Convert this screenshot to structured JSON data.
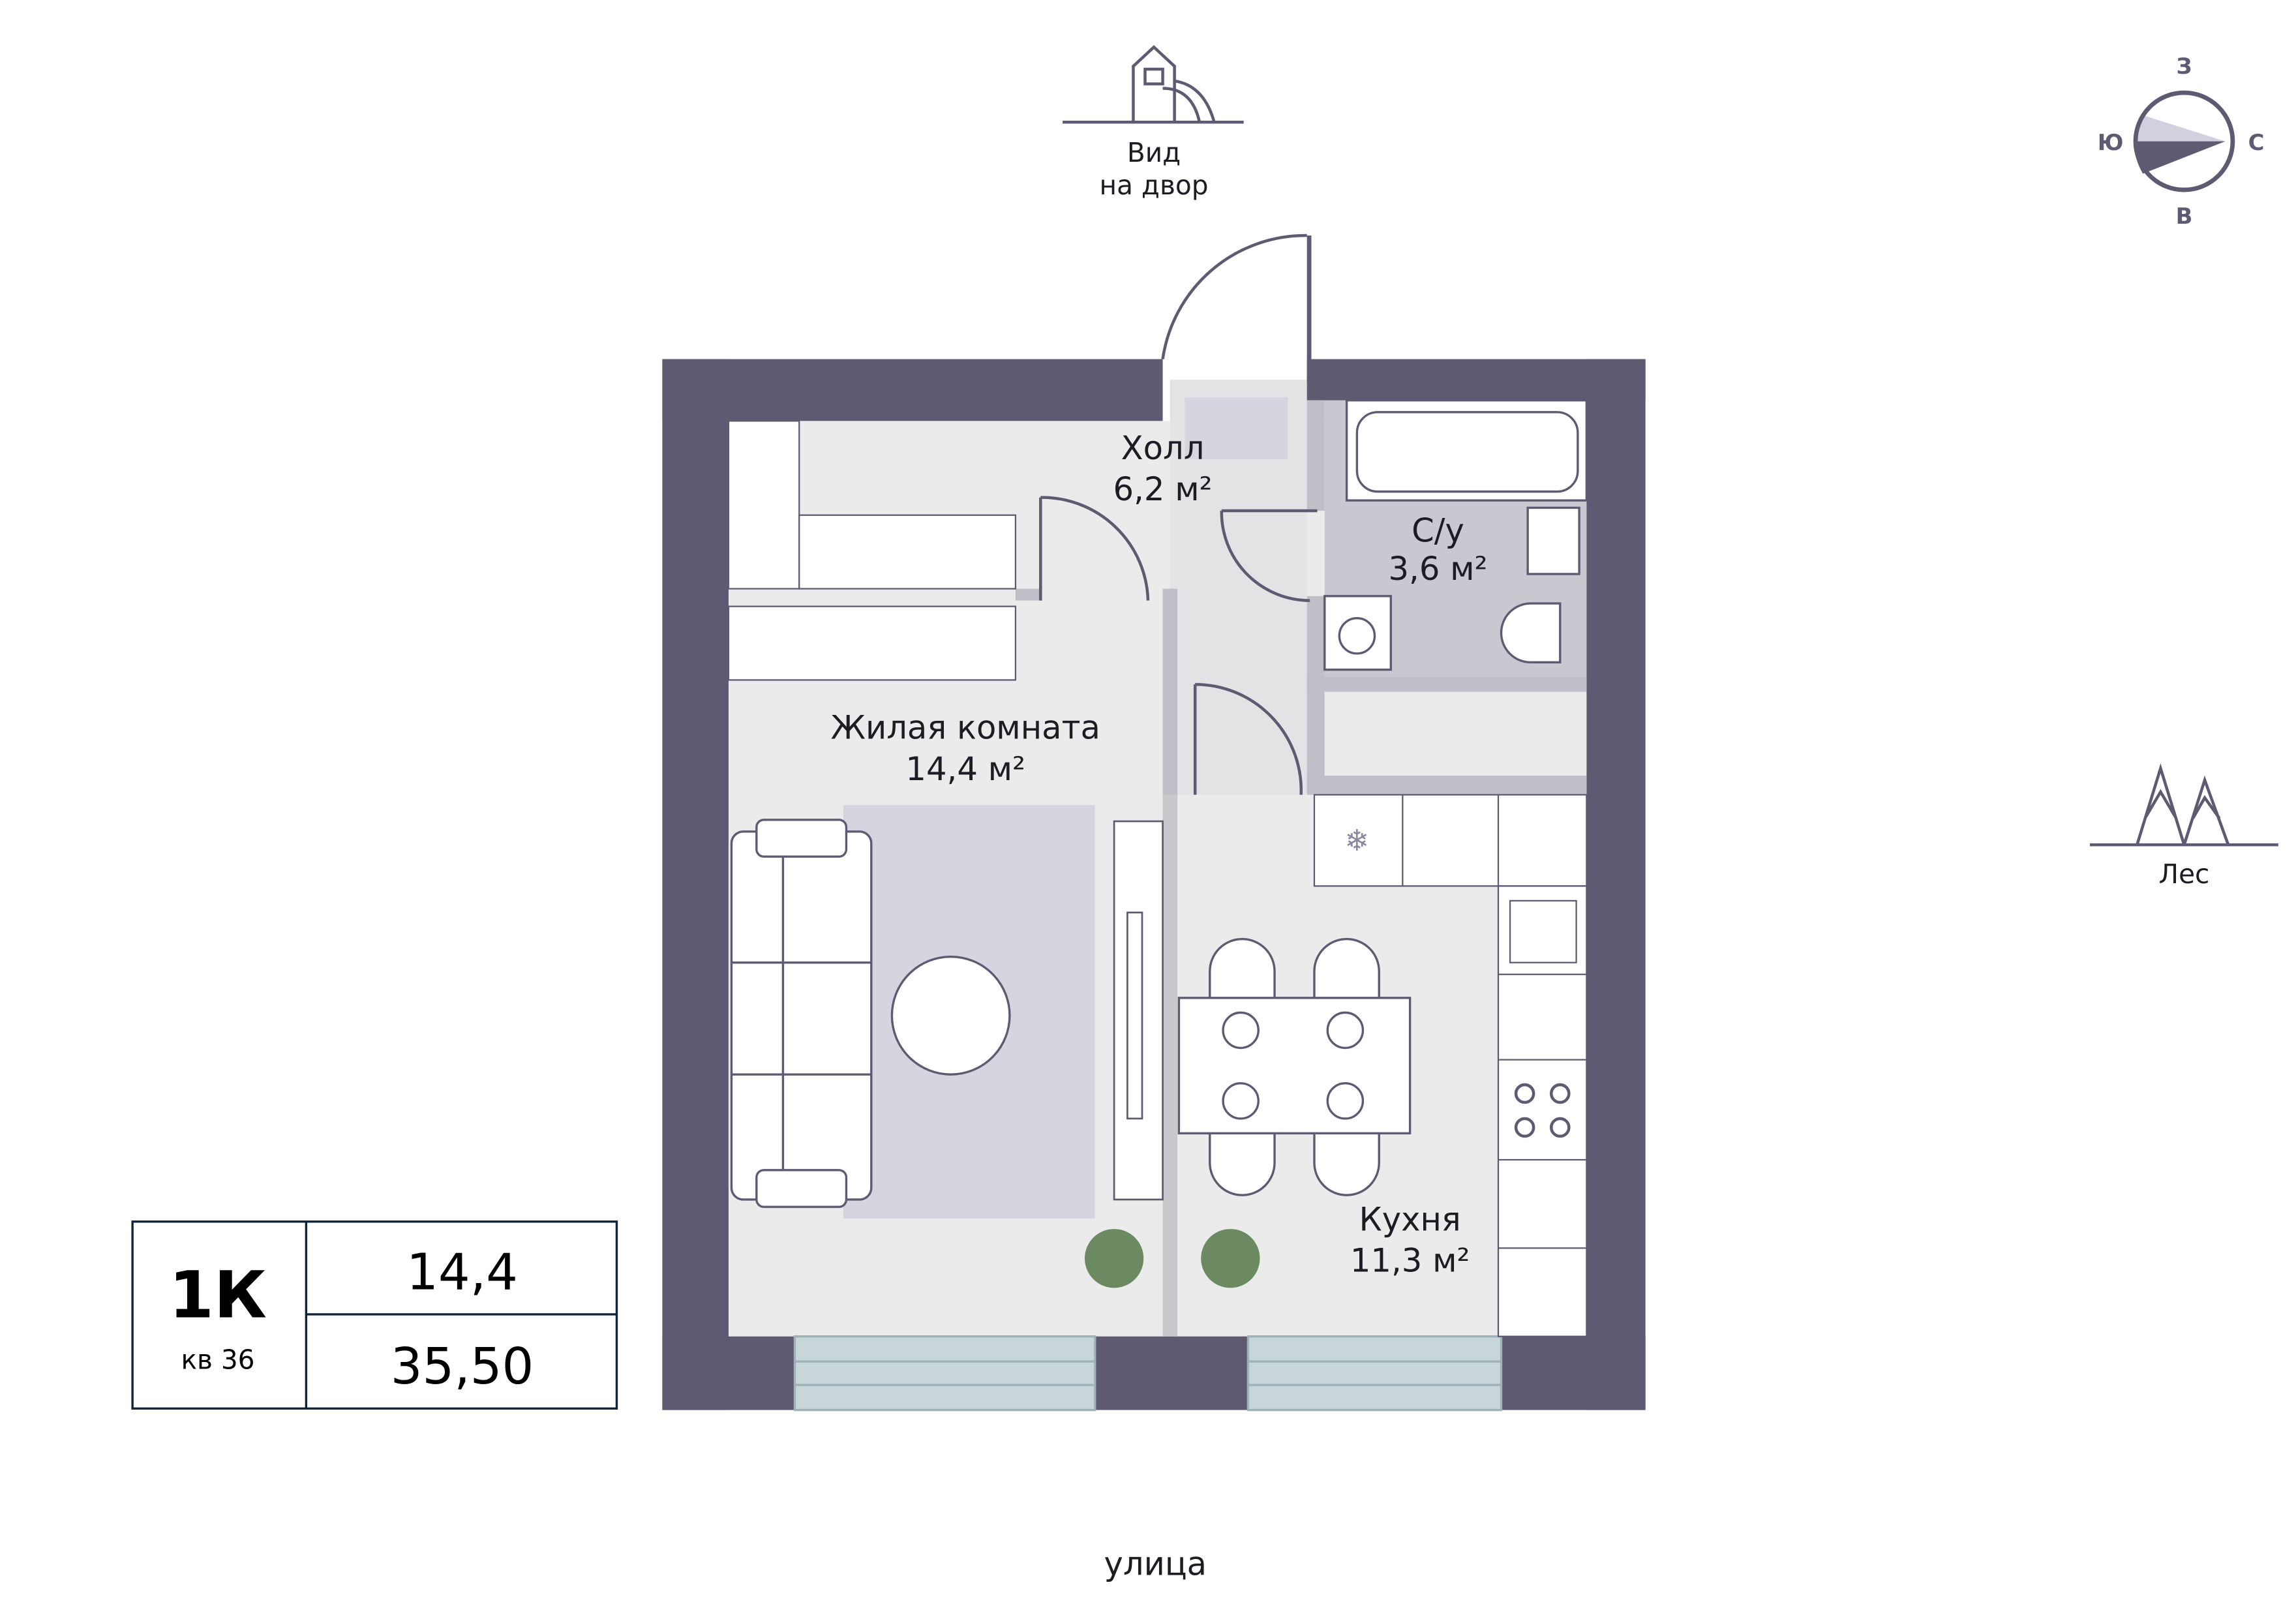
{
  "views": {
    "courtyard_line1": "Вид",
    "courtyard_line2": "на двор",
    "forest": "Лес",
    "street": "улица"
  },
  "compass": {
    "north": "С",
    "south": "Ю",
    "west": "З",
    "east": "В"
  },
  "rooms": [
    {
      "name": "Холл",
      "area": "6,2 м²"
    },
    {
      "name": "С/у",
      "area": "3,6 м²"
    },
    {
      "name": "Жилая комната",
      "area": "14,4 м²"
    },
    {
      "name": "Кухня",
      "area": "11,3 м²"
    }
  ],
  "info": {
    "type": "1К",
    "apartment": "кв 36",
    "living_area": "14,4",
    "total_area": "35,50"
  },
  "colors": {
    "wall": "#5e5a72",
    "floor": "#ebebeb",
    "bathroom": "#c9c8d0",
    "rug": "#d6d4df",
    "window": "#c8d6da"
  }
}
